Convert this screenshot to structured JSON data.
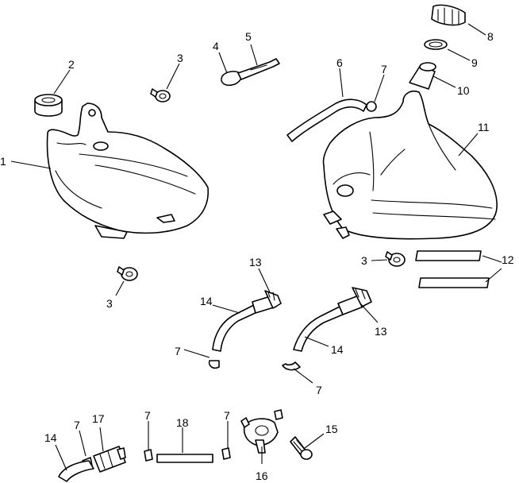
{
  "callouts": [
    {
      "id": "c1",
      "text": "1"
    },
    {
      "id": "c2",
      "text": "2"
    },
    {
      "id": "c3a",
      "text": "3"
    },
    {
      "id": "c3b",
      "text": "3"
    },
    {
      "id": "c3c",
      "text": "3"
    },
    {
      "id": "c4",
      "text": "4"
    },
    {
      "id": "c5",
      "text": "5"
    },
    {
      "id": "c6",
      "text": "6"
    },
    {
      "id": "c7a",
      "text": "7"
    },
    {
      "id": "c7b",
      "text": "7"
    },
    {
      "id": "c7c",
      "text": "7"
    },
    {
      "id": "c7d",
      "text": "7"
    },
    {
      "id": "c7e",
      "text": "7"
    },
    {
      "id": "c7f",
      "text": "7"
    },
    {
      "id": "c8",
      "text": "8"
    },
    {
      "id": "c9",
      "text": "9"
    },
    {
      "id": "c10",
      "text": "10"
    },
    {
      "id": "c11",
      "text": "11"
    },
    {
      "id": "c12",
      "text": "12"
    },
    {
      "id": "c13a",
      "text": "13"
    },
    {
      "id": "c13b",
      "text": "13"
    },
    {
      "id": "c14a",
      "text": "14"
    },
    {
      "id": "c14b",
      "text": "14"
    },
    {
      "id": "c14c",
      "text": "14"
    },
    {
      "id": "c15",
      "text": "15"
    },
    {
      "id": "c16",
      "text": "16"
    },
    {
      "id": "c17",
      "text": "17"
    },
    {
      "id": "c18",
      "text": "18"
    }
  ]
}
